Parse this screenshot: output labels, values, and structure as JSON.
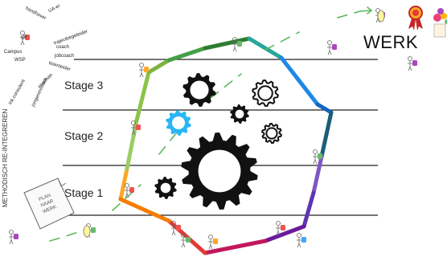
{
  "stages": [
    {
      "label": "Stage 3"
    },
    {
      "label": "Stage 2"
    },
    {
      "label": "Stage 1"
    }
  ],
  "goal_label": "WERK",
  "vertical_label": "METHODISCH RE-INTEGREREN",
  "roles": [
    "handhaver",
    "UA-er",
    "SB",
    "trajectbegeleider",
    "coach",
    "Campus",
    "jobcoach",
    "WSP",
    "teamleider",
    "ink.consulent",
    "voorman",
    "jongerencoach"
  ],
  "note": {
    "line1": "PLAN",
    "line2": "NAAR",
    "line3": "WERK"
  },
  "colors": {
    "octagon": [
      "#7ac143",
      "#8bc34a",
      "#2e7d32",
      "#26a69a",
      "#1e88e5",
      "#1b5e78",
      "#7e57c2",
      "#5e35b1",
      "#c2185b",
      "#e53935",
      "#f57c00",
      "#ffa726"
    ],
    "highlight_gear": "#29b6f6",
    "gear": "#111111",
    "path": "#5cb85c"
  }
}
